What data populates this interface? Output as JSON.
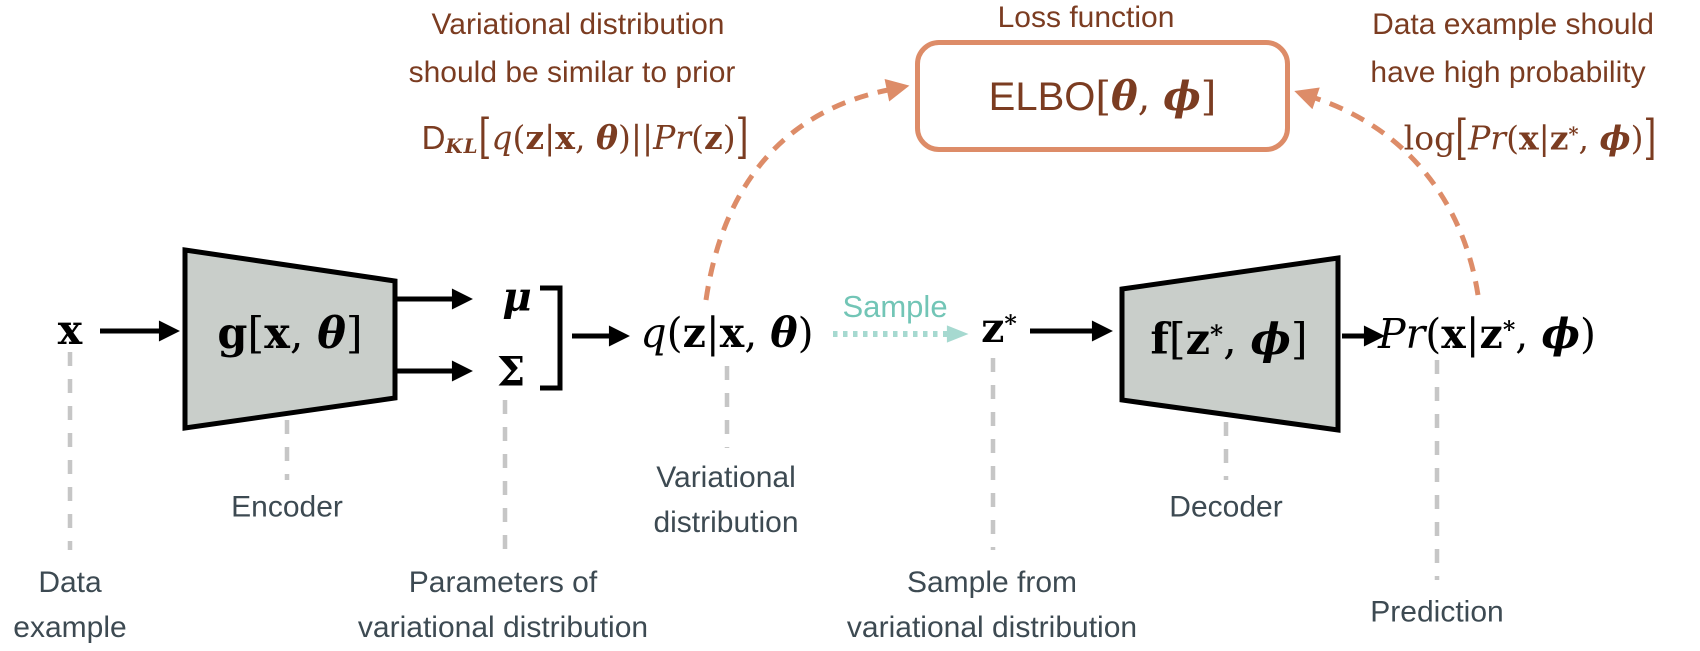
{
  "colors": {
    "brown": "#7B3C21",
    "salmon": "#DD8C68",
    "teal_text": "#72C5B6",
    "teal_arrow": "#A6D9D0",
    "gray_dash": "#C6C6C6",
    "slate": "#3D4A52",
    "trapezoid_fill": "#C9CECA",
    "black": "#000000",
    "background": "#FFFFFF"
  },
  "annotations": {
    "kl": {
      "line1": "Variational distribution",
      "line2": "should be similar to prior",
      "formula": [
        [
          "sf",
          "D"
        ],
        [
          "bfit sub",
          "KL"
        ],
        [
          "rm big",
          "["
        ],
        [
          "it",
          "q"
        ],
        [
          "rm",
          "("
        ],
        [
          "bf",
          "z"
        ],
        [
          "rm",
          "|"
        ],
        [
          "bf",
          "x"
        ],
        [
          "rm",
          ", "
        ],
        [
          "bfit",
          "θ"
        ],
        [
          "rm",
          ")"
        ],
        [
          "rm",
          "||"
        ],
        [
          "it",
          "Pr"
        ],
        [
          "rm",
          "("
        ],
        [
          "bf",
          "z"
        ],
        [
          "rm",
          ")"
        ],
        [
          "rm big",
          "]"
        ]
      ]
    },
    "loss": {
      "title": "Loss function",
      "formula": [
        [
          "sf",
          "ELBO"
        ],
        [
          "rm",
          "["
        ],
        [
          "bfit",
          "θ"
        ],
        [
          "rm",
          ", "
        ],
        [
          "bfit",
          "ϕ"
        ],
        [
          "rm",
          "]"
        ]
      ]
    },
    "recon": {
      "line1": "Data example should",
      "line2": "have high probability",
      "formula": [
        [
          "rm",
          "log"
        ],
        [
          "rm big",
          "["
        ],
        [
          "it",
          "Pr"
        ],
        [
          "rm",
          "("
        ],
        [
          "bf",
          "x"
        ],
        [
          "rm",
          "|"
        ],
        [
          "bf",
          "z"
        ],
        [
          "bf sup",
          "*"
        ],
        [
          "rm",
          ", "
        ],
        [
          "bfit",
          "ϕ"
        ],
        [
          "rm",
          ")"
        ],
        [
          "rm big",
          "]"
        ]
      ]
    }
  },
  "pipeline": {
    "input": [
      [
        "bf",
        "x"
      ]
    ],
    "encoder_fn": [
      [
        "bf",
        "g"
      ],
      [
        "rm",
        "["
      ],
      [
        "bf",
        "x"
      ],
      [
        "rm",
        ", "
      ],
      [
        "bfit",
        "θ"
      ],
      [
        "rm",
        "]"
      ]
    ],
    "mu": [
      [
        "bfit",
        "μ"
      ]
    ],
    "sigma": [
      [
        "bf",
        "Σ"
      ]
    ],
    "q_dist": [
      [
        "it",
        "q"
      ],
      [
        "rm",
        "("
      ],
      [
        "bf",
        "z"
      ],
      [
        "rm",
        "|"
      ],
      [
        "bf",
        "x"
      ],
      [
        "rm",
        ", "
      ],
      [
        "bfit",
        "θ"
      ],
      [
        "rm",
        ")"
      ]
    ],
    "sample_label": "Sample",
    "z_star": [
      [
        "bf",
        "z"
      ],
      [
        "bf sup",
        "*"
      ]
    ],
    "decoder_fn": [
      [
        "bf",
        "f"
      ],
      [
        "rm",
        "["
      ],
      [
        "bf",
        "z"
      ],
      [
        "bf sup",
        "*"
      ],
      [
        "rm",
        ", "
      ],
      [
        "bfit",
        "ϕ"
      ],
      [
        "rm",
        "]"
      ]
    ],
    "prediction": [
      [
        "it",
        "Pr"
      ],
      [
        "rm",
        "("
      ],
      [
        "bf",
        "x"
      ],
      [
        "rm",
        "|"
      ],
      [
        "bf",
        "z"
      ],
      [
        "bf sup",
        "*"
      ],
      [
        "rm",
        ", "
      ],
      [
        "bfit",
        "ϕ"
      ],
      [
        "rm",
        ")"
      ]
    ]
  },
  "captions": {
    "data_example": [
      "Data",
      "example"
    ],
    "encoder": "Encoder",
    "params": [
      "Parameters of",
      "variational distribution"
    ],
    "var_dist": [
      "Variational",
      "distribution"
    ],
    "sample_from": [
      "Sample from",
      "variational distribution"
    ],
    "decoder": "Decoder",
    "prediction": "Prediction"
  }
}
